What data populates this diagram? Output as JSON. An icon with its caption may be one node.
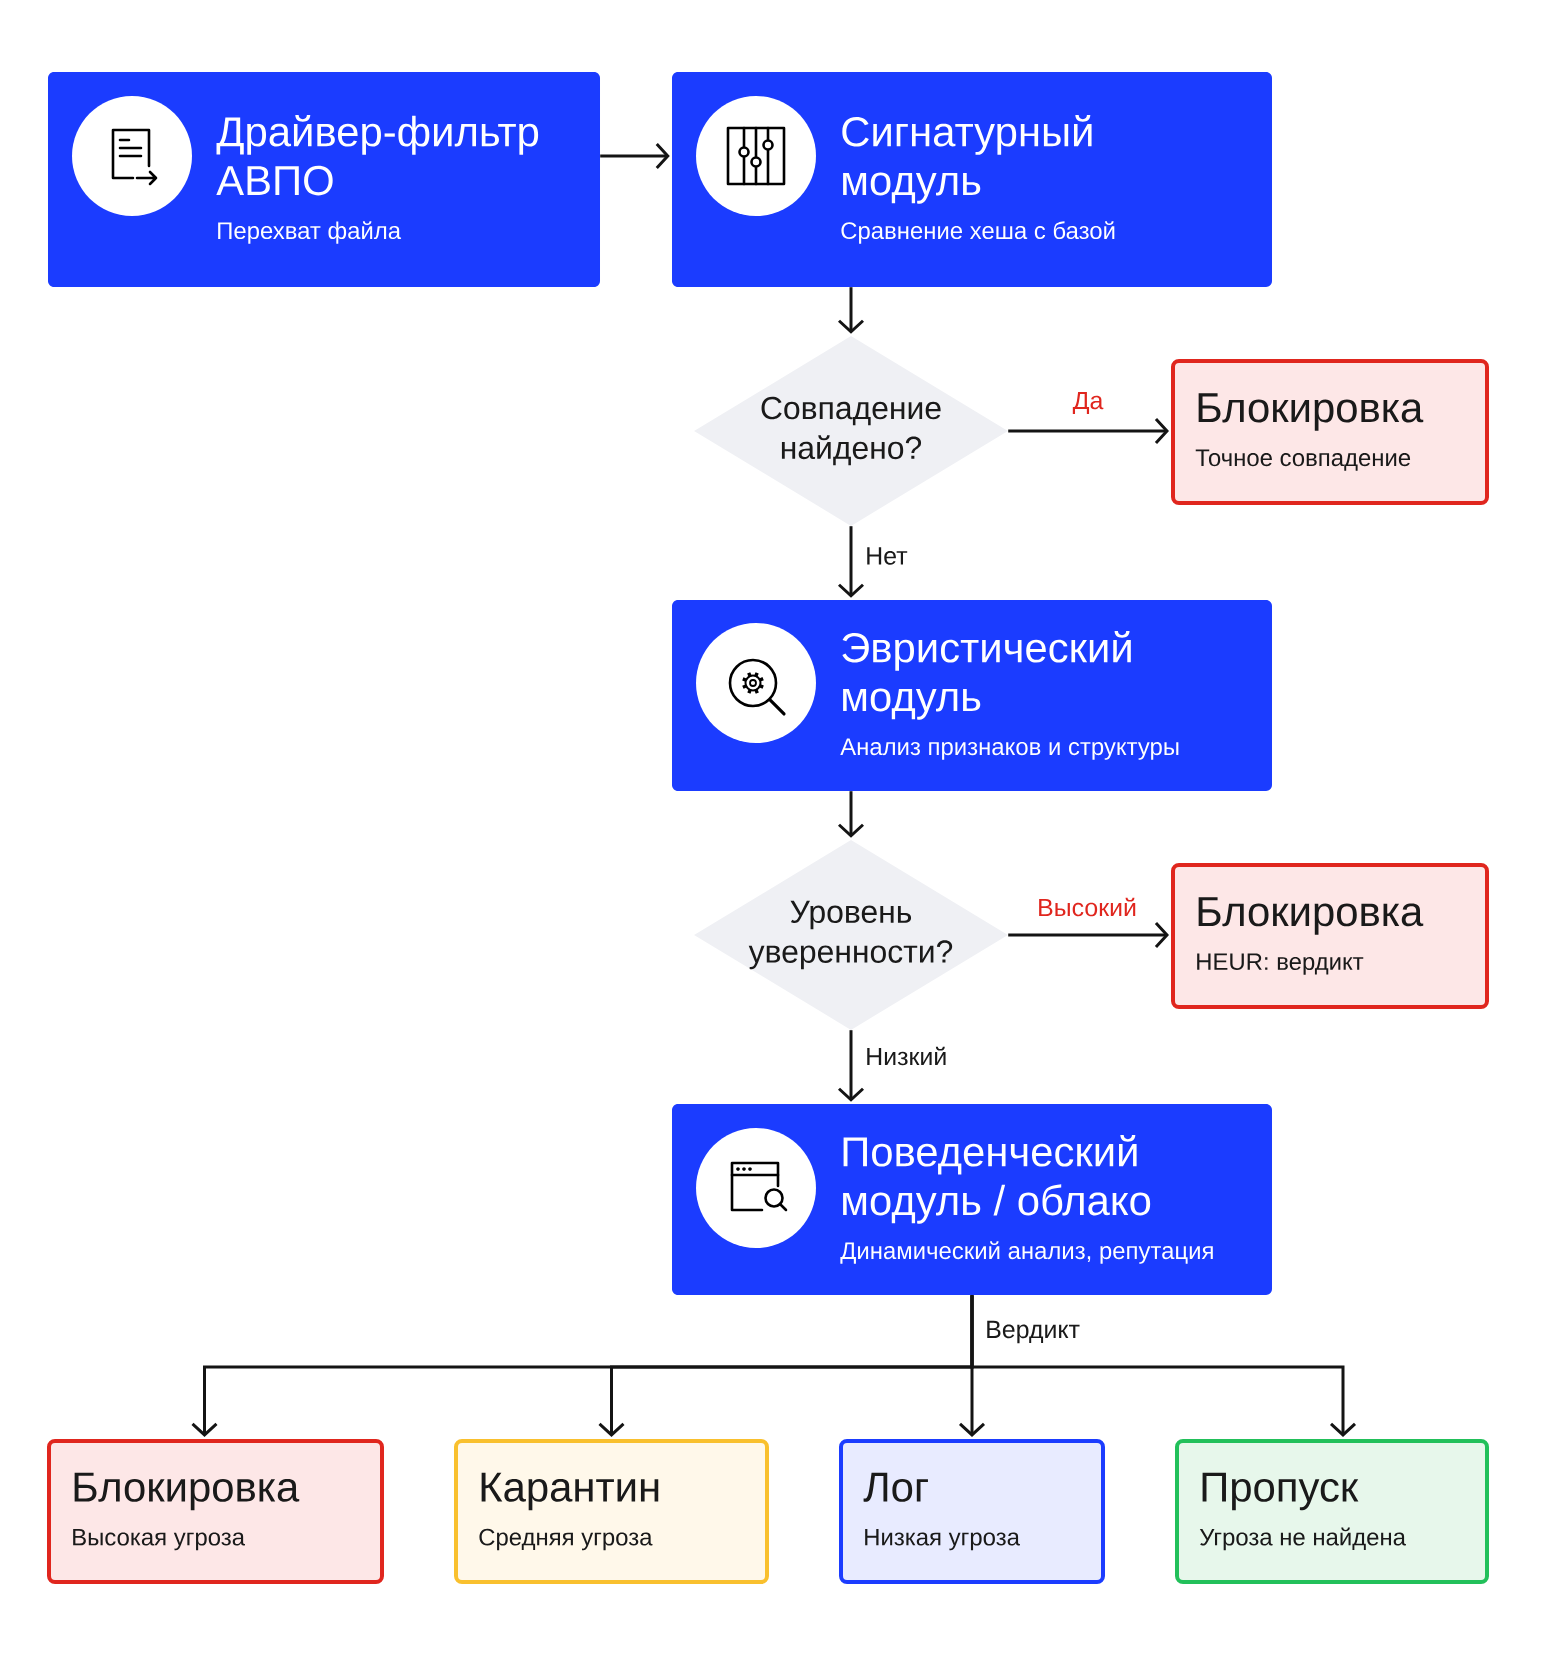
{
  "diagram": {
    "nodes": [
      {
        "text": [
          "Драйвер-фильтр АВПО",
          "Перехват файла"
        ]
      },
      {
        "text": [
          "Сигнатурный модуль",
          "Сравнение хеша с базой"
        ]
      },
      {
        "text": [
          "Совпадение найдено?"
        ]
      },
      {
        "text": [
          "Блокировка",
          "Точное совпадение"
        ]
      },
      {
        "text": [
          "Эвристический модуль",
          "Анализ признаков и структуры"
        ]
      },
      {
        "text": [
          "Уровень уверенности?"
        ]
      },
      {
        "text": [
          "Блокировка",
          "HEUR: вердикт"
        ]
      },
      {
        "text": [
          "Поведенческий модуль / облако",
          "Динамический анализ, репутация"
        ]
      },
      {
        "text": [
          "Блокировка",
          "Высокая угроза"
        ]
      },
      {
        "text": [
          "Карантин",
          "Средняя угроза"
        ]
      },
      {
        "text": [
          "Лог",
          "Низкая угроза"
        ]
      },
      {
        "text": [
          "Пропуск",
          "Угроза не найдена"
        ]
      }
    ],
    "edges": [
      {
        "from": 0,
        "to": 1,
        "arrow": "to"
      },
      {
        "from": 1,
        "to": 2,
        "arrow": "to"
      },
      {
        "from": 2,
        "to": 3,
        "arrow": "to",
        "label": "Да"
      },
      {
        "from": 2,
        "to": 4,
        "arrow": "to",
        "label": "Нет"
      },
      {
        "from": 4,
        "to": 5,
        "arrow": "to"
      },
      {
        "from": 5,
        "to": 6,
        "arrow": "to",
        "label": "Высокий"
      },
      {
        "from": 5,
        "to": 7,
        "arrow": "to",
        "label": "Низкий"
      },
      {
        "from": 7,
        "to": 8,
        "arrow": "to"
      },
      {
        "from": 7,
        "to": 9,
        "arrow": "to"
      },
      {
        "from": 7,
        "to": 10,
        "arrow": "to",
        "label": "Вердикт"
      },
      {
        "from": 7,
        "to": 11,
        "arrow": "to"
      }
    ]
  }
}
